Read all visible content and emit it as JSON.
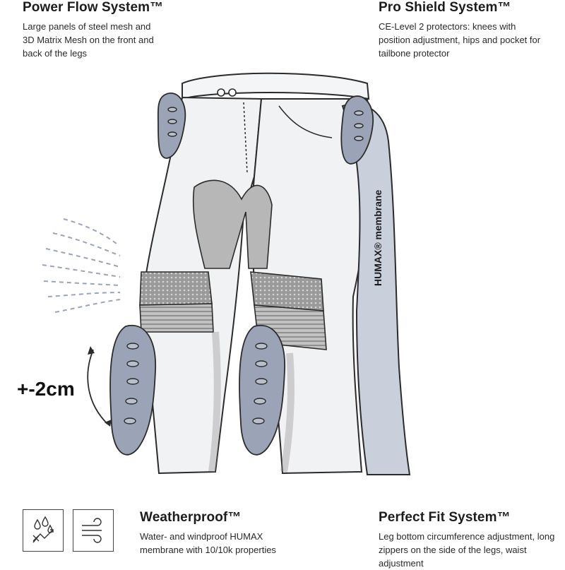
{
  "features": {
    "power_flow": {
      "title": "Power Flow System™",
      "description": "Large panels of steel mesh and 3D Matrix Mesh on the front and back of the legs"
    },
    "pro_shield": {
      "title": "Pro Shield System™",
      "description": "CE-Level 2 protectors: knees with position adjustment, hips and pocket for tailbone protector"
    },
    "weatherproof": {
      "title": "Weatherproof™",
      "description": "Water- and windproof HUMAX membrane with 10/10k properties"
    },
    "perfect_fit": {
      "title": "Perfect Fit System™",
      "description": "Leg bottom circumference adjustment, long zippers on the side of the legs, waist adjustment"
    }
  },
  "illustration": {
    "knee_adjustment_label": "+-2cm",
    "membrane_label": "HUMAX® membrane"
  },
  "icons": [
    "water-drops-icon",
    "wind-icon"
  ],
  "colors": {
    "protector": "#9aa4b6",
    "mesh": "#a3a3a3",
    "membrane": "#c9d0db",
    "outline": "#2b2b2b",
    "fabric": "#f1f2f4"
  }
}
